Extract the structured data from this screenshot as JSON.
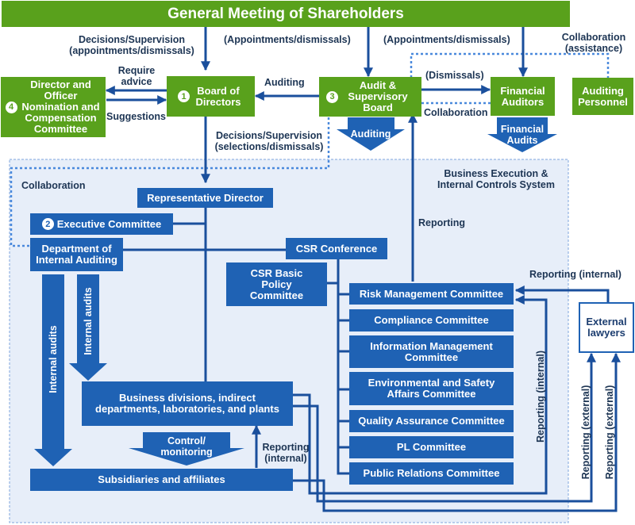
{
  "shareholders": "General Meeting of Shareholders",
  "board": "Board of Directors",
  "board_number": "1",
  "audit_board": "Audit & Supervisory Board",
  "audit_board_number": "3",
  "nomination_committee": "Director and Officer Nomination and Compensation Committee",
  "nomination_number": "4",
  "financial_auditors": "Financial Auditors",
  "auditing_personnel": "Auditing Personnel",
  "representative_director": "Representative Director",
  "executive_committee": "Executive Committee",
  "executive_number": "2",
  "dept_internal_auditing": "Department of Internal Auditing",
  "csr_conference": "CSR Conference",
  "csr_basic_policy": "CSR Basic Policy Committee",
  "business_divisions": "Business divisions, indirect departments, laboratories, and plants",
  "subsidiaries": "Subsidiaries and affiliates",
  "external_lawyers": "External lawyers",
  "committees": [
    "Risk Management Committee",
    "Compliance Committee",
    "Information Management Committee",
    "Environmental and Safety Affairs Committee",
    "Quality Assurance Committee",
    "PL Committee",
    "Public Relations Committee"
  ],
  "region_title": "Business Execution & Internal Controls System",
  "labels": {
    "decisions_appointments": "Decisions/Supervision (appointments/dismissals)",
    "appointments_1": "(Appointments/dismissals)",
    "appointments_2": "(Appointments/dismissals)",
    "collaboration_assistance": "Collaboration (assistance)",
    "require_advice": "Require advice",
    "suggestions": "Suggestions",
    "auditing_arrow": "Auditing",
    "dismissals": "(Dismissals)",
    "collaboration_mid": "Collaboration",
    "auditing_big": "Auditing",
    "financial_audits": "Financial Audits",
    "decisions_selections": "Decisions/Supervision (selections/dismissals)",
    "collaboration_left": "Collaboration",
    "reporting": "Reporting",
    "reporting_internal_top": "Reporting (internal)",
    "internal_audits_1": "Internal audits",
    "internal_audits_2": "Internal audits",
    "control_monitoring": "Control/ monitoring",
    "reporting_internal_bottom": "Reporting (internal)",
    "reporting_internal_vert": "Reporting (internal)",
    "reporting_external_1": "Reporting (external)",
    "reporting_external_2": "Reporting (external)"
  },
  "colors": {
    "green": "#59a11c",
    "blue": "#1f62b4",
    "region_fill": "#e7eef9",
    "dotted": "#4a89dc"
  }
}
